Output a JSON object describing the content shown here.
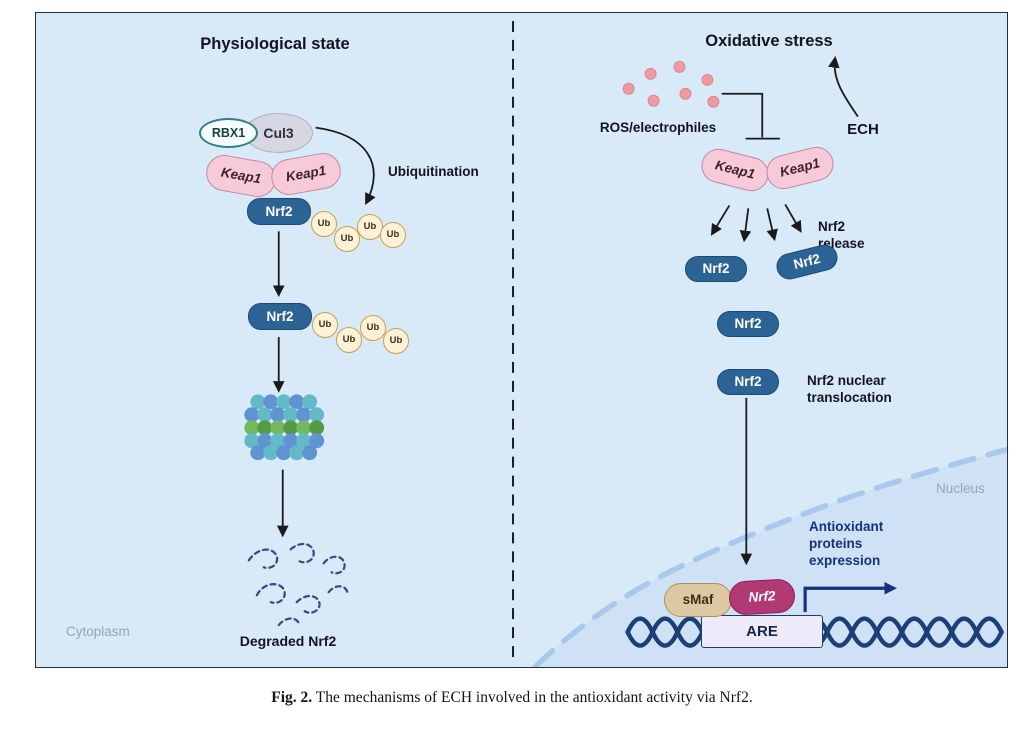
{
  "figure": {
    "left": {
      "title": "Physiological state",
      "rbx1": "RBX1",
      "cul3": "Cul3",
      "keap1": "Keap1",
      "nrf2": "Nrf2",
      "ub": "Ub",
      "ubiquitination": "Ubiquitination",
      "degraded_nrf2": "Degraded Nrf2",
      "cytoplasm": "Cytoplasm"
    },
    "right": {
      "title": "Oxidative stress",
      "ros": "ROS/electrophiles",
      "ech": "ECH",
      "keap1": "Keap1",
      "nrf2": "Nrf2",
      "nrf2_release": "Nrf2\nrelease",
      "nrf2_translocation": "Nrf2 nuclear\ntranslocation",
      "nucleus": "Nucleus",
      "smaf": "sMaf",
      "nrf2_gene": "Nrf2",
      "are": "ARE",
      "antioxidant_expression": "Antioxidant\nproteins\nexpression"
    },
    "caption": {
      "label": "Fig. 2.",
      "text": " The mechanisms of ECH involved in the antioxidant activity via Nrf2."
    },
    "colors": {
      "panel_background": "#d8e9f8",
      "nucleus_fill": "#cfe2f5",
      "nucleus_membrane": "#a9c9ec",
      "keap1_pink": "#f7cada",
      "nrf2_blue": "#2b6394",
      "nrf2_magenta": "#b13a74",
      "ubiquitin_cream": "#fcf2d8",
      "smaf_tan": "#dcc8a2",
      "are_lavender": "#edeaf9",
      "dna_navy": "#1c3f78",
      "ros_pink": "#ef9aa2",
      "expression_blue": "#16317e",
      "arrow_black": "#1a1a1a"
    }
  }
}
